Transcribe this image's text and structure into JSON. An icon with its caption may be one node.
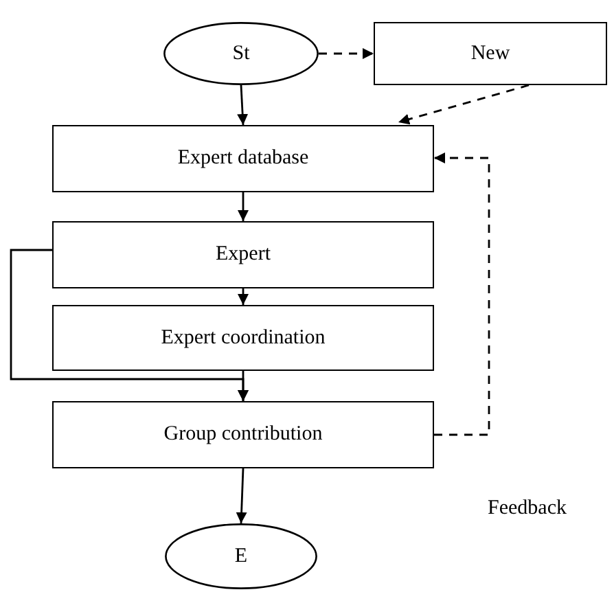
{
  "diagram": {
    "nodes": [
      {
        "text": [
          "St"
        ]
      },
      {
        "text": [
          "New"
        ]
      },
      {
        "text": [
          "Expert database"
        ]
      },
      {
        "text": [
          "Expert"
        ]
      },
      {
        "text": [
          "Expert coordination"
        ]
      },
      {
        "text": [
          "Group contribution"
        ]
      },
      {
        "text": [
          "E"
        ]
      }
    ],
    "edges": [
      {
        "from": 0,
        "to": 1,
        "arrow": "to",
        "style": "dashed"
      },
      {
        "from": 0,
        "to": 2,
        "arrow": "to"
      },
      {
        "from": 1,
        "to": 2,
        "arrow": "to",
        "style": "dashed"
      },
      {
        "from": 2,
        "to": 3,
        "arrow": "to"
      },
      {
        "from": 3,
        "to": 4,
        "arrow": "to"
      },
      {
        "from": 4,
        "to": 5,
        "arrow": "to"
      },
      {
        "from": 3,
        "to": 5,
        "arrow": "to"
      },
      {
        "from": 5,
        "to": 2,
        "arrow": "to",
        "style": "dashed",
        "label": "Feedback"
      },
      {
        "from": 5,
        "to": 6,
        "arrow": "to"
      }
    ]
  }
}
